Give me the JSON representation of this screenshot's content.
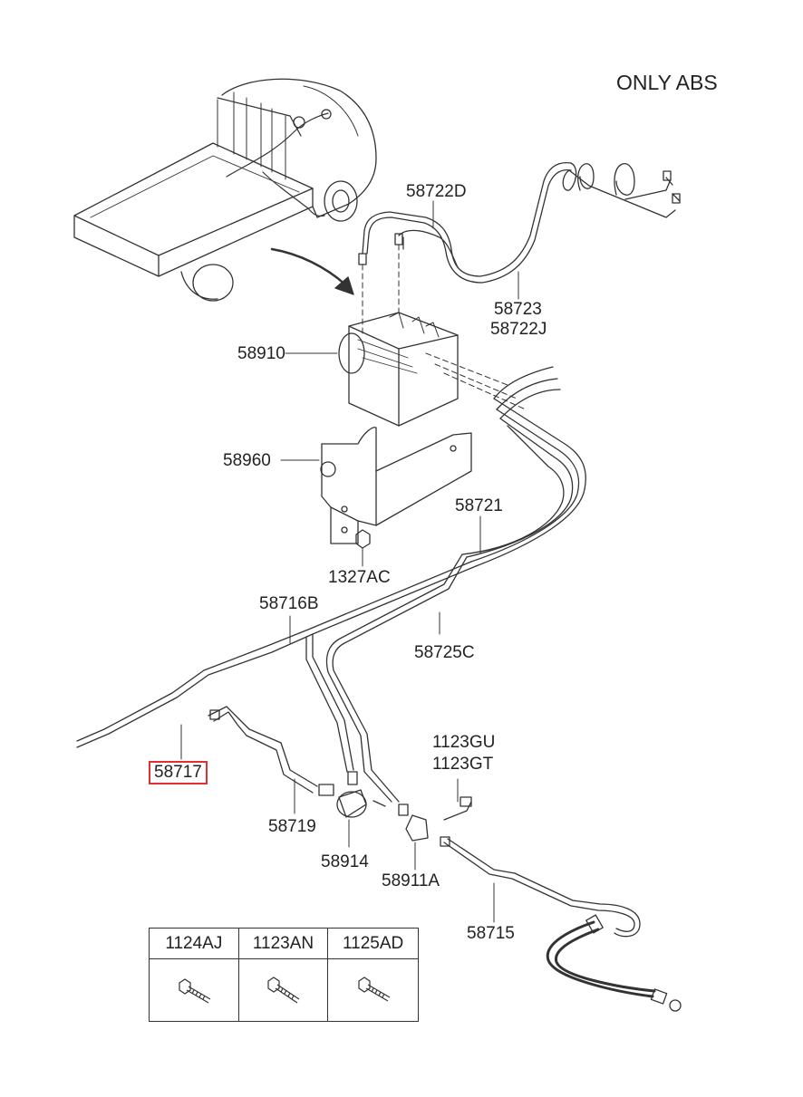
{
  "title": "ONLY ABS",
  "labels": {
    "l58722D": "58722D",
    "l58723": "58723",
    "l58722J": "58722J",
    "l58910": "58910",
    "l58960": "58960",
    "l58721": "58721",
    "l1327AC": "1327AC",
    "l58716B": "58716B",
    "l58725C": "58725C",
    "l58717": "58717",
    "l1123GU": "1123GU",
    "l1123GT": "1123GT",
    "l58719": "58719",
    "l58914": "58914",
    "l58911A": "58911A",
    "l58715": "58715"
  },
  "table": {
    "headers": [
      "1124AJ",
      "1123AN",
      "1125AD"
    ]
  },
  "colors": {
    "line": "#333333",
    "highlight": "#e03030"
  }
}
